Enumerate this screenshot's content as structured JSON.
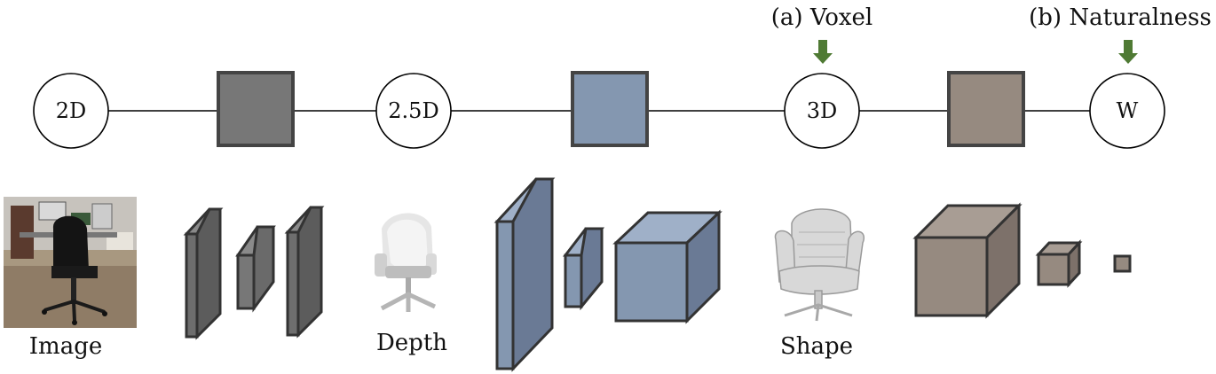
{
  "nodes": {
    "n2d": "2D",
    "n25d": "2.5D",
    "n3d": "3D",
    "nw": "W"
  },
  "annotations": {
    "voxel": "(a) Voxel",
    "naturalness": "(b) Naturalness"
  },
  "captions": {
    "image": "Image",
    "depth": "Depth",
    "shape": "Shape"
  },
  "colors": {
    "gray_block": "#777777",
    "blue_block": "#8497b0",
    "blue_dark": "#6a7a95",
    "blue_top": "#9fb0c8",
    "brown_block": "#968a80",
    "brown_dark": "#7d716a",
    "brown_top": "#a89d94",
    "arrow_green": "#4f7a34",
    "outline": "#333333"
  }
}
